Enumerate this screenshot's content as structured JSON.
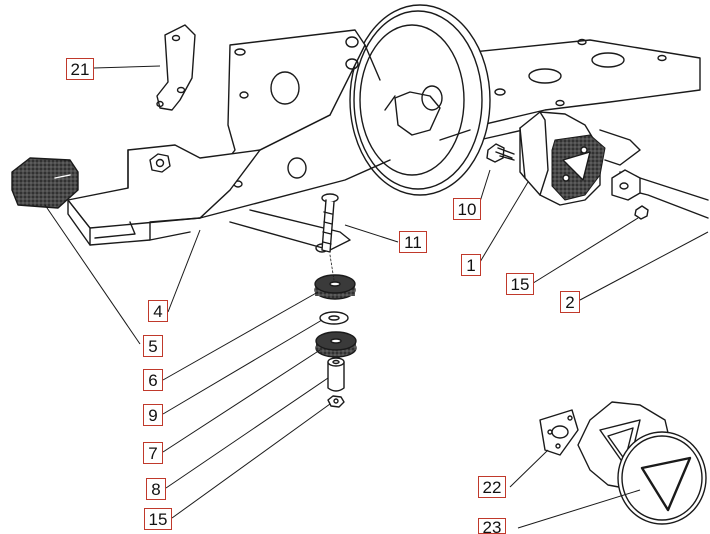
{
  "diagram": {
    "callouts": [
      {
        "id": "21",
        "label": "21"
      },
      {
        "id": "10",
        "label": "10"
      },
      {
        "id": "11",
        "label": "11"
      },
      {
        "id": "1",
        "label": "1"
      },
      {
        "id": "15a",
        "label": "15"
      },
      {
        "id": "2",
        "label": "2"
      },
      {
        "id": "4",
        "label": "4"
      },
      {
        "id": "5",
        "label": "5"
      },
      {
        "id": "6",
        "label": "6"
      },
      {
        "id": "9",
        "label": "9"
      },
      {
        "id": "7",
        "label": "7"
      },
      {
        "id": "8",
        "label": "8"
      },
      {
        "id": "15b",
        "label": "15"
      },
      {
        "id": "22",
        "label": "22"
      },
      {
        "id": "23",
        "label": "23"
      }
    ],
    "colors": {
      "line": "#1a1a1a",
      "callout_border": "#c0392b",
      "rubber": "#3a3a3a"
    }
  }
}
